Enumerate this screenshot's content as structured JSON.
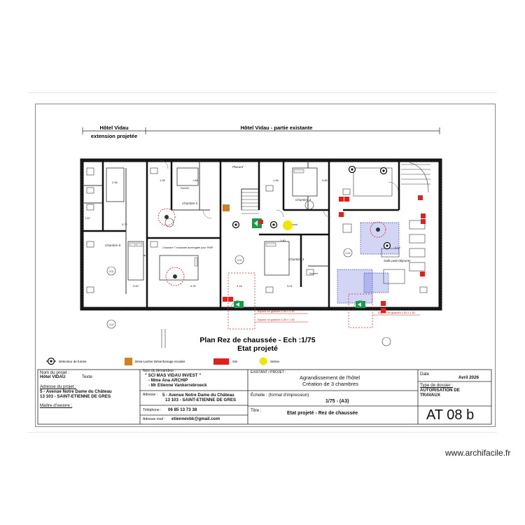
{
  "watermark": "www.archifacile.fr",
  "plan": {
    "header_left": "Hôtel Vidau",
    "header_left_sub": "extension projetée",
    "header_right": "Hôtel Vidau - partie existante",
    "title": "Plan Rez de chaussée - Ech :1/75",
    "subtitle": "Etat projeté",
    "rooms": {
      "chambre6": "Chambre 6",
      "chambre7": "Chambre 7 existante aménagée pour PMR",
      "chambre5": "Chambre 5",
      "chambre4": "Chambre 4",
      "chambre3": "Chambre 3",
      "salle": "Salle petit-déjeuner",
      "placard": "Placard",
      "douche": "Douche",
      "degagement": "Dégagement"
    },
    "dims": {
      "d1": "1.87",
      "d2": "5.72",
      "d3": "3.69",
      "d4": "4.33",
      "d5": "3.16",
      "d6": "3.01",
      "d7": "4.18",
      "d8": "1.55",
      "d9": "1.89",
      "d10": "1.46",
      "d11": "3.86",
      "d12": "2.56",
      "d13": "1.40"
    },
    "level": "0.02",
    "espace1": "Espace en giratoire 1.50 x 1.30",
    "espace2": "Espace en giratoire 1.50 x 1.30",
    "espace3": "Espace en giratoire 1.50 x 1.30"
  },
  "legend": {
    "detector": "Détecteur de fumée",
    "exutoire": "Brise-Lacher Désenfumage escalier",
    "ssi": "SSI",
    "sirene": "Sirène"
  },
  "colors": {
    "ssi_red": "#e0201c",
    "exit_green": "#1a9a4a",
    "siren_yellow": "#f2e600",
    "exutoire_brown": "#c98224",
    "pmr_blue": "#2233cc",
    "dim_red": "#d22020"
  },
  "titleblock": {
    "projet_label": "Nom du projet :",
    "projet_name": "Hôtel VIDAU",
    "projet_extra": "Texte",
    "adresse_label": "Adresse du projet :",
    "adresse_1": "5 - Avenue Notre Dame du Château",
    "adresse_2": "13 103 - SAINT-ETIENNE DE GRES",
    "maitre_label": "Maître d'oeuvre :",
    "demandeur_label": "Nom du demandeur :",
    "demandeur_1": "\" SCI MAS VIDAU INVEST \"",
    "demandeur_2": "- Mme Ana ARCHIP",
    "demandeur_3": "- Mr Etienne Vankerrebroeck",
    "adresse2_label": "Adresse :",
    "adresse2_1": "5 - Avenue Notre Dame du Château",
    "adresse2_2": "13 103 - SAINT-ETIENNE DE GRES",
    "tel_label": "Téléphone :",
    "tel": "06 85 13 73 38",
    "mail_label": "Adresse mail :",
    "mail": "etiennevbk@gmail.com",
    "existant_label": "EXISTANT / PROJET :",
    "projet_title_1": "Agrandissement de l'hôtel",
    "projet_title_2": "Création de 3 chambres",
    "echelle_label": "Échelle : (format d'impression)",
    "echelle": "1/75 - (A3)",
    "titre_label": "Titre :",
    "titre": "Etat projeté - Rez de chaussée",
    "date_label": "Date",
    "date": "Avril 2026",
    "type_label": "Type de dossier :",
    "type_1": "AUTORISATION DE",
    "type_2": "TRAVAUX",
    "ref": "AT 08 b"
  }
}
